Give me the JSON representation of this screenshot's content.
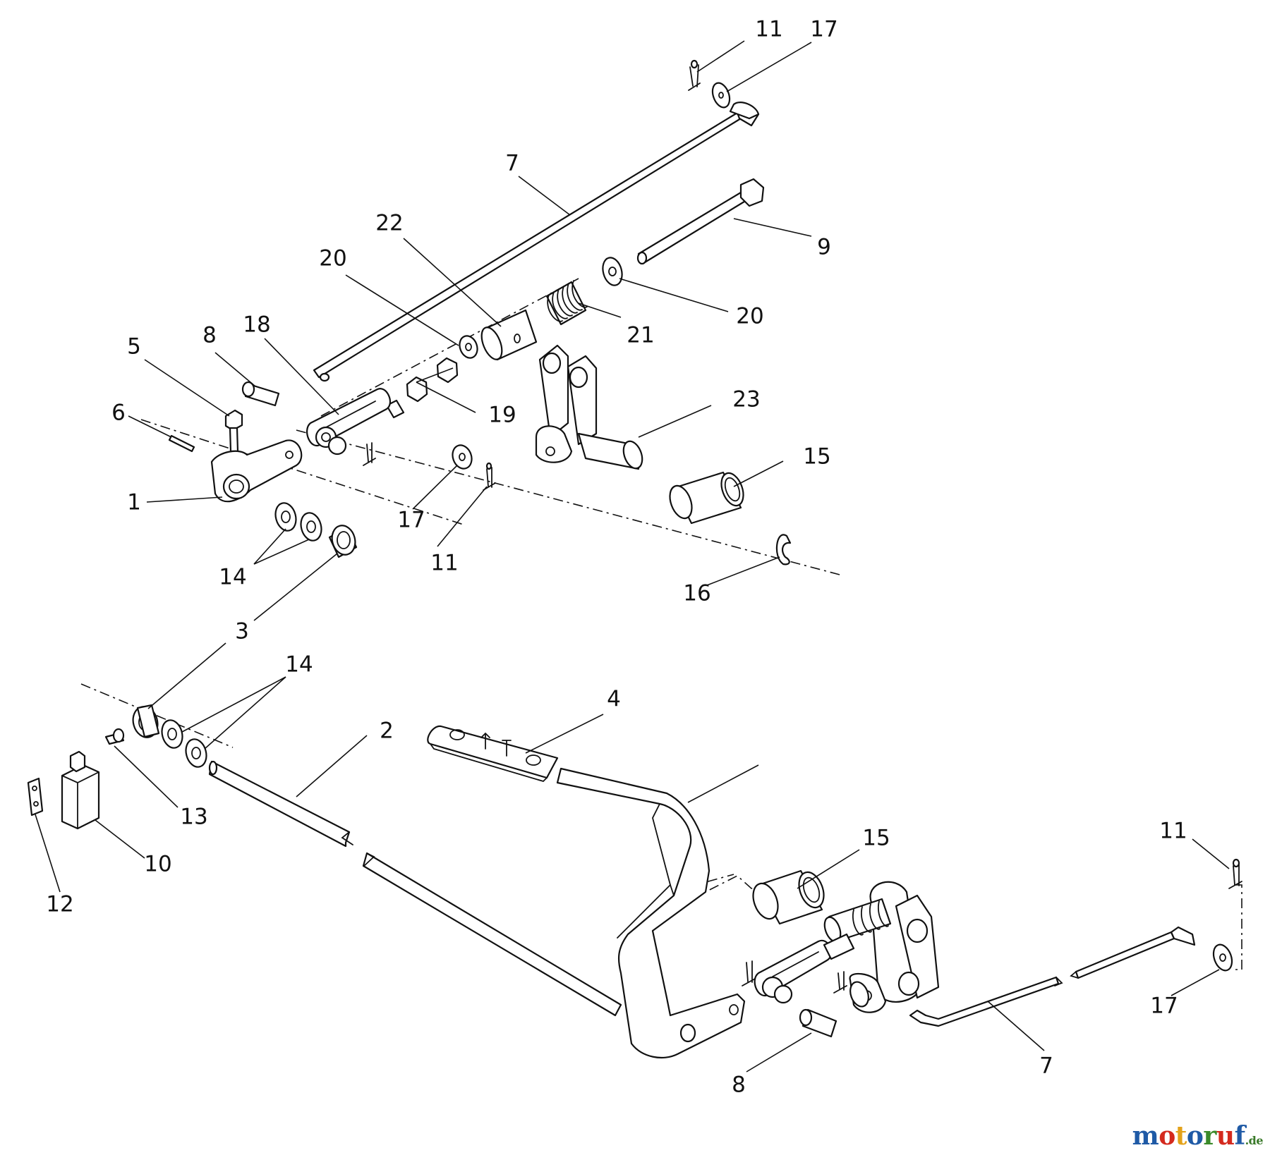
{
  "callouts": [
    {
      "id": "c11a",
      "text": "11"
    },
    {
      "id": "c17a",
      "text": "17"
    },
    {
      "id": "c7a",
      "text": "7"
    },
    {
      "id": "c9",
      "text": "9"
    },
    {
      "id": "c22",
      "text": "22"
    },
    {
      "id": "c20a",
      "text": "20"
    },
    {
      "id": "c20b",
      "text": "20"
    },
    {
      "id": "c21",
      "text": "21"
    },
    {
      "id": "c18",
      "text": "18"
    },
    {
      "id": "c8a",
      "text": "8"
    },
    {
      "id": "c5",
      "text": "5"
    },
    {
      "id": "c6",
      "text": "6"
    },
    {
      "id": "c19",
      "text": "19"
    },
    {
      "id": "c23",
      "text": "23"
    },
    {
      "id": "c1",
      "text": "1"
    },
    {
      "id": "c15a",
      "text": "15"
    },
    {
      "id": "c17b",
      "text": "17"
    },
    {
      "id": "c11b",
      "text": "11"
    },
    {
      "id": "c14a",
      "text": "14"
    },
    {
      "id": "c16",
      "text": "16"
    },
    {
      "id": "c3",
      "text": "3"
    },
    {
      "id": "c14b",
      "text": "14"
    },
    {
      "id": "c4",
      "text": "4"
    },
    {
      "id": "c2",
      "text": "2"
    },
    {
      "id": "c13",
      "text": "13"
    },
    {
      "id": "c10",
      "text": "10"
    },
    {
      "id": "c12",
      "text": "12"
    },
    {
      "id": "c15b",
      "text": "15"
    },
    {
      "id": "c11c",
      "text": "11"
    },
    {
      "id": "c17c",
      "text": "17"
    },
    {
      "id": "c7b",
      "text": "7"
    },
    {
      "id": "c8b",
      "text": "8"
    }
  ],
  "watermark": {
    "letters": [
      {
        "ch": "m",
        "color": "#1f5aa6"
      },
      {
        "ch": "o",
        "color": "#d42a1e"
      },
      {
        "ch": "t",
        "color": "#e3a21a"
      },
      {
        "ch": "o",
        "color": "#1f5aa6"
      },
      {
        "ch": "r",
        "color": "#3a8a2a"
      },
      {
        "ch": "u",
        "color": "#d42a1e"
      },
      {
        "ch": "f",
        "color": "#1f5aa6"
      }
    ],
    "suffix": ".de"
  }
}
